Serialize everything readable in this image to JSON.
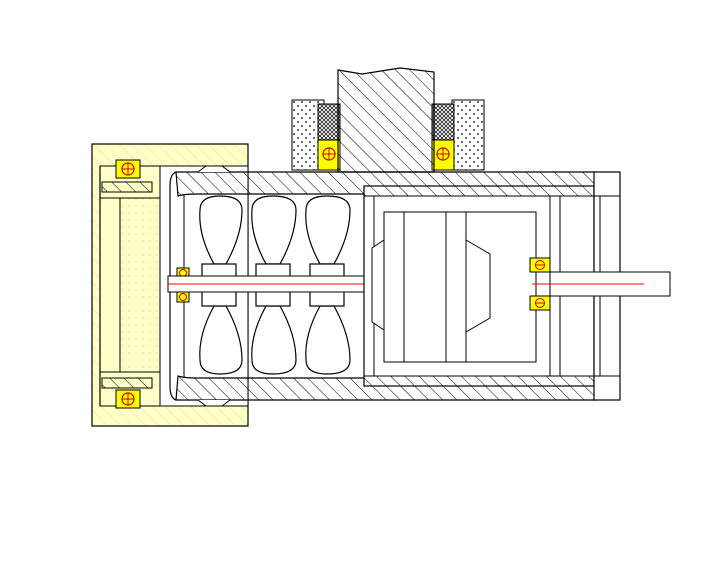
{
  "drawing": {
    "kind": "mechanical-section-view",
    "has_text": false,
    "colors": {
      "background": "#ffffff",
      "outline": "#000000",
      "hatch": "#000000",
      "fill_light": "#ffffc8",
      "fill_dots": "#ffffff",
      "bearing_fill": "#ffff00",
      "bearing_circle": "#d00000",
      "centerline": "#ff0000"
    },
    "parts": [
      "left-end-cap",
      "left-bearing-top",
      "left-bearing-bottom",
      "left-flange-plate",
      "main-housing",
      "fan-rotor-1",
      "fan-rotor-2",
      "fan-rotor-3",
      "rotor-shaft",
      "motor-stator",
      "motor-rotor",
      "right-end-cap",
      "right-shaft-bearing",
      "output-shaft",
      "top-mount-column",
      "top-mount-bearing-left",
      "top-mount-bearing-right",
      "top-mount-seal-left",
      "top-mount-seal-right"
    ]
  }
}
